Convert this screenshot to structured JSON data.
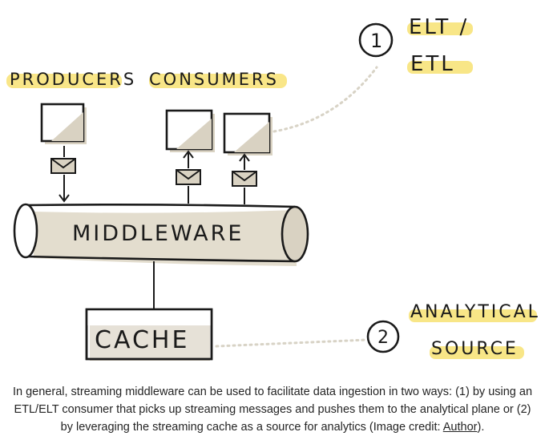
{
  "diagram": {
    "producers_label": "PRODUCERS",
    "consumers_label": "CONSUMERS",
    "middleware_label": "MIDDLEWARE",
    "cache_label": "CACHE",
    "way1": {
      "number": "1",
      "line1": "ELT /",
      "line2": "ETL"
    },
    "way2": {
      "number": "2",
      "line1": "ANALYTICAL",
      "line2": "SOURCE"
    },
    "colors": {
      "highlight": "#f7e06a",
      "shadow": "#d9d2c2",
      "ink": "#1a1a1a",
      "dots": "#d8d3c6"
    },
    "icons": [
      "message-envelope-icon",
      "arrow-down-icon",
      "arrow-up-icon"
    ]
  },
  "caption": {
    "text": "In general, streaming middleware can be used to facilitate data ingestion in two ways: (1) by using an ETL/ELT consumer that picks up streaming messages and pushes them to the analytical plane or (2) by leveraging the streaming cache as a source for analytics (Image credit: ",
    "link_text": "Author",
    "suffix": ")."
  }
}
